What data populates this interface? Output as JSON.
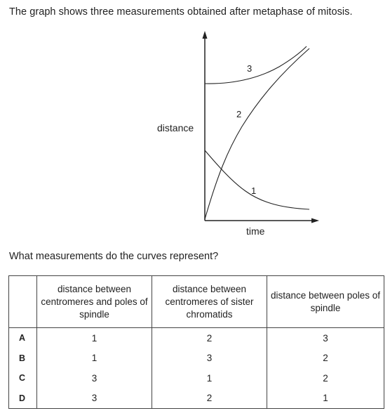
{
  "intro_text": "The graph shows three measurements obtained after metaphase of mitosis.",
  "graph": {
    "y_axis_label": "distance",
    "x_axis_label": "time",
    "curve_labels": [
      "1",
      "2",
      "3"
    ]
  },
  "question_text": "What measurements do the curves represent?",
  "table": {
    "headers": [
      "",
      "distance between centromeres and poles of spindle",
      "distance between centromeres of sister chromatids",
      "distance between poles of spindle"
    ],
    "rows": [
      {
        "key": "A",
        "values": [
          "1",
          "2",
          "3"
        ]
      },
      {
        "key": "B",
        "values": [
          "1",
          "3",
          "2"
        ]
      },
      {
        "key": "C",
        "values": [
          "3",
          "1",
          "2"
        ]
      },
      {
        "key": "D",
        "values": [
          "3",
          "2",
          "1"
        ]
      }
    ]
  }
}
